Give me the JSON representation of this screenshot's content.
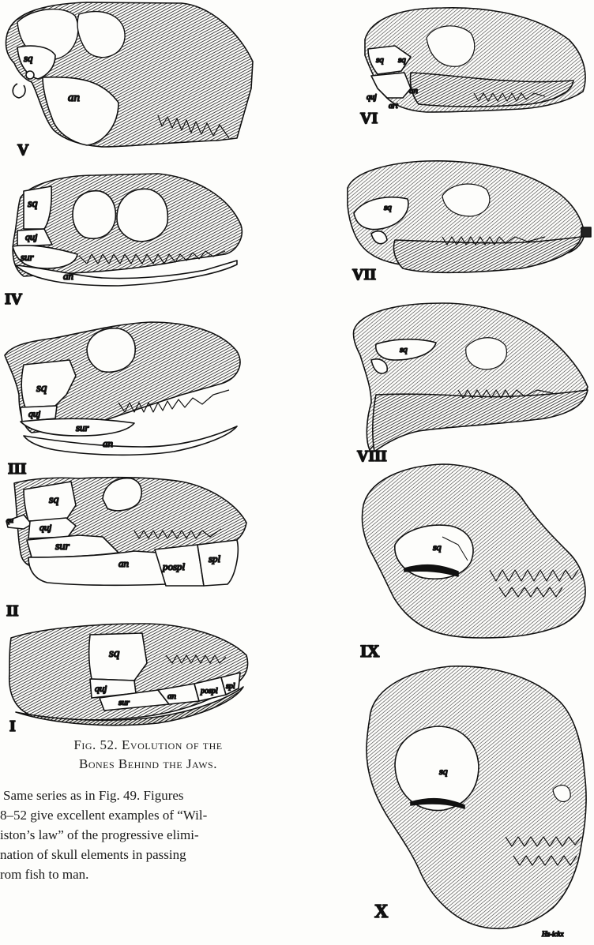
{
  "figure": {
    "number_text": "Fig. 52.",
    "title_line1": "Evolution of the",
    "title_line2": "Bones Behind the Jaws.",
    "description_lines": [
      "Same series as in Fig. 49.  Figures",
      "8–52 give excellent examples of “Wil-",
      "iston’s law” of the progressive elimi-",
      "nation of skull elements in passing",
      "rom fish to man."
    ],
    "artist_signature": "Hz-ickx"
  },
  "stage_numerals": [
    "I",
    "II",
    "III",
    "IV",
    "V",
    "VI",
    "VII",
    "VIII",
    "IX",
    "X"
  ],
  "bone_labels": {
    "sq": "sq",
    "quj": "quj",
    "sur": "sur",
    "an": "an",
    "pospl": "pospl",
    "spl": "spl",
    "art": "art",
    "qu": "qu"
  },
  "colors": {
    "ink": "#111111",
    "paper": "#fdfdfb",
    "hatch": "#2a2a2a"
  }
}
